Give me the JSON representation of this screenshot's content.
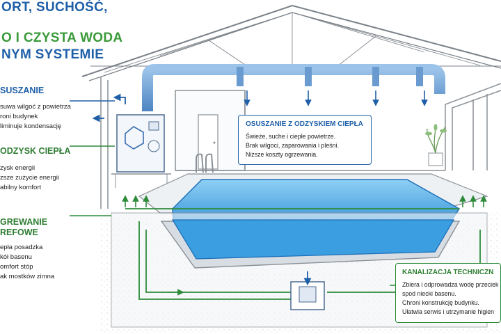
{
  "headline": {
    "line1": "ORT, SUCHOŚĆ,",
    "line2": "O I CZYSTA WODA",
    "line3": "NYM SYSTEMIE"
  },
  "sections": [
    {
      "title": "SUSZANIE",
      "items": [
        "suwa wilgoć z powietrza",
        "roni budynek",
        "liminuje kondensację"
      ]
    },
    {
      "title": "ODZYSK CIEPŁA",
      "items": [
        "zysk energii",
        "zsze zużycie energii",
        "abilny komfort"
      ]
    },
    {
      "title_lines": [
        "GREWANIE",
        "REFOWE"
      ],
      "items": [
        "epła posadzka",
        "kół basenu",
        "omfort stóp",
        "ak mostków zimna"
      ]
    }
  ],
  "callout_heat": {
    "title": "OSUSZANIE Z ODZYSKIEM CIEPŁA",
    "lines": [
      "Świeże, suche i ciepłe powietrze.",
      "Brak wilgoci, zaparowania i pleśni.",
      "Niższe koszty ogrzewania."
    ]
  },
  "callout_drain": {
    "title": "KANALIZACJA TECHNICZN",
    "lines": [
      "Zbiera i odprowadza wodę przeciek",
      "spod niecki basenu.",
      "Chroni konstrukcję budynku.",
      "Ułatwia serwis i utrzymanie higien"
    ]
  },
  "colors": {
    "blue": "#1e5fa8",
    "green": "#2e8b3a",
    "water": "#3aa0e0",
    "duct": "#5b8fc9",
    "concrete": "#eef0f2"
  },
  "icons": [
    "dehumidifier-unit",
    "hexagon-heat-exchanger",
    "fan-icon",
    "pool-ladder",
    "door",
    "potted-plant",
    "air-diffuser",
    "drain-box"
  ]
}
